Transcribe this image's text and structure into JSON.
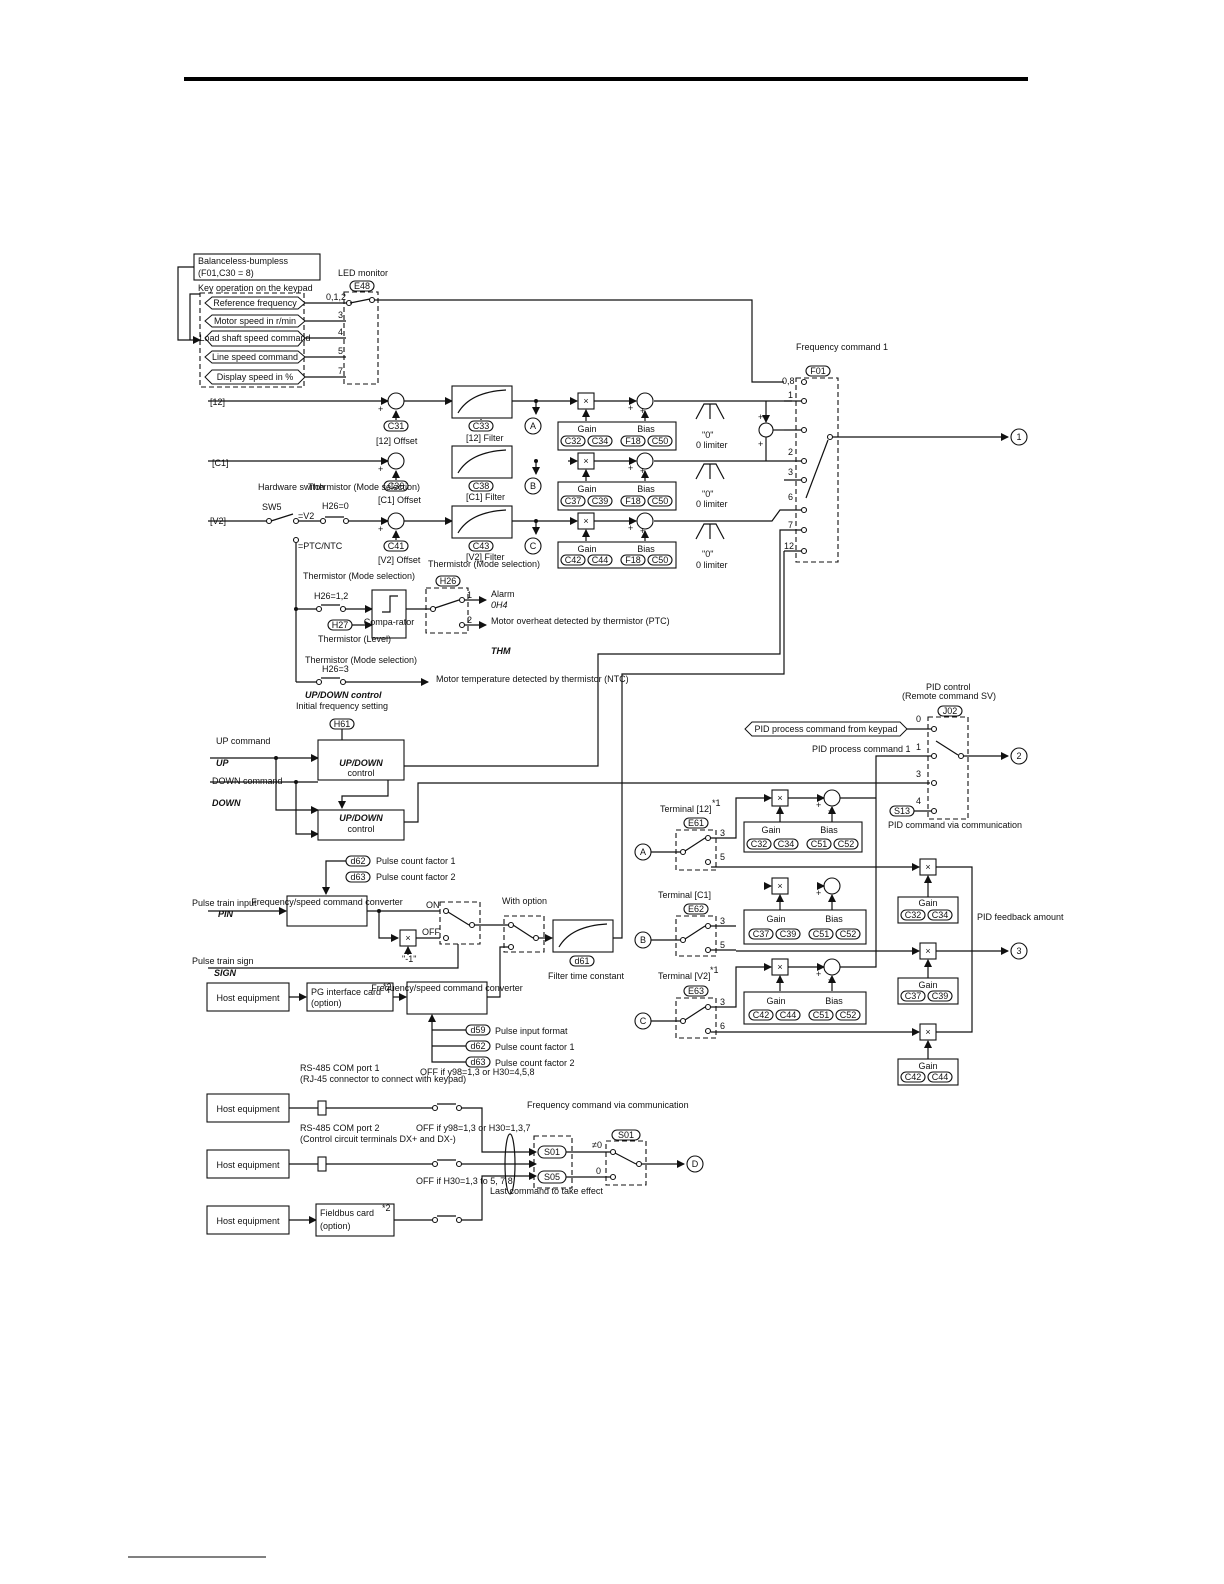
{
  "header_rule": true,
  "keypad": {
    "balanceless_title": "Balanceless-bumpless",
    "balanceless_cond": "(F01,C30 = 8)",
    "key_op_label": "Key operation on the keypad",
    "items": [
      "Reference frequency",
      "Motor speed in r/min",
      "Load shaft speed command",
      "Line speed command",
      "Display speed in %"
    ],
    "item_numbers": [
      "0,1,2",
      "3",
      "4",
      "5",
      "7"
    ],
    "led_monitor": "LED monitor",
    "led_code": "E48"
  },
  "inputs": {
    "in12": "[12]",
    "inC1": "[C1]",
    "inV2": "[V2]",
    "offset12": "[12] Offset",
    "offsetC1": "[C1] Offset",
    "offsetV2": "[V2] Offset",
    "filter12": "[12] Filter",
    "filterC1": "[C1] Filter",
    "filterV2": "[V2] Filter",
    "c31": "C31",
    "c36": "C36",
    "c41": "C41",
    "c33": "C33",
    "c38": "C38",
    "c43": "C43",
    "gain": "Gain",
    "bias": "Bias",
    "g12a": "C32",
    "g12b": "C34",
    "b12a": "F18",
    "b12b": "C50",
    "gC1a": "C37",
    "gC1b": "C39",
    "bC1a": "F18",
    "bC1b": "C50",
    "gV2a": "C42",
    "gV2b": "C44",
    "bV2a": "F18",
    "bV2b": "C50",
    "zero": "\"0\"",
    "zero_limiter": "0 limiter",
    "hw_switch": "Hardware switch",
    "sw5": "SW5",
    "thermistor_mode": "Thermistor (Mode selection)",
    "h26_0": "H26=0",
    "eq_v2": "=V2",
    "eq_ptc": "=PTC/NTC"
  },
  "freq_cmd1": {
    "title": "Frequency command 1",
    "code": "F01",
    "positions": [
      "0,8",
      "1",
      "2",
      "3",
      "6",
      "7",
      "12"
    ]
  },
  "thermistor": {
    "mode_top": "Thermistor (Mode selection)",
    "h26_12": "H26=1,2",
    "h27": "H27",
    "level": "Thermistor (Level)",
    "comparator": "Compa-rator",
    "mode_sel": "Thermistor (Mode selection)",
    "h26": "H26",
    "pos1": "1",
    "pos2": "2",
    "alarm": "Alarm",
    "alarm_code": "0H4",
    "overheat": "Motor overheat detected by thermistor (PTC)",
    "thm": "THM",
    "mode_bottom": "Thermistor (Mode selection)",
    "h26_3": "H26=3",
    "motor_temp": "Motor temperature detected by thermistor (NTC)"
  },
  "updown": {
    "title": "UP/DOWN control",
    "init": "Initial frequency setting",
    "h61": "H61",
    "up_cmd": "UP command",
    "up": "UP",
    "down_cmd": "DOWN command",
    "down": "DOWN",
    "block_title": "UP/DOWN",
    "block_sub": "control"
  },
  "pulse": {
    "d62": "d62",
    "d63": "d63",
    "factor1": "Pulse count factor 1",
    "factor2": "Pulse count factor 2",
    "input": "Pulse train input",
    "pin": "PIN",
    "converter": "Frequency/speed command converter",
    "on": "ON",
    "off": "OFF",
    "neg1": "\"-1\"",
    "sign": "Pulse train sign",
    "sign_i": "SIGN",
    "with_option": "With option",
    "d61": "d61",
    "filter_const": "Filter time constant",
    "host": "Host equipment",
    "pg_card": "PG interface card",
    "pg_opt": "(option)",
    "note2": "*2",
    "d59": "d59",
    "input_format": "Pulse input format",
    "d62b": "d62",
    "d63b": "d63"
  },
  "pid": {
    "title": "PID control",
    "remote": "(Remote command SV)",
    "j02": "J02",
    "from_keypad": "PID process command from keypad",
    "process_cmd1": "PID process command 1",
    "s13": "S13",
    "via_comm": "PID command via communication",
    "positions": [
      "0",
      "1",
      "3",
      "4"
    ],
    "feedback": "PID feedback amount",
    "term12": "Terminal [12]",
    "termC1": "Terminal [C1]",
    "termV2": "Terminal [V2]",
    "note1": "*1",
    "e61": "E61",
    "e62": "E62",
    "e63": "E63",
    "p3": "3",
    "p5": "5",
    "p6": "6",
    "b51": "C51",
    "b52": "C52",
    "g_a": "C32",
    "g_b": "C34",
    "g_c": "C37",
    "g_d": "C39",
    "g_e": "C42",
    "g_f": "C44"
  },
  "comm": {
    "host": "Host equipment",
    "rs1_title": "RS-485 COM port 1",
    "rs1_sub": "(RJ-45 connector to connect with keypad)",
    "off1": "OFF if y98=1,3 or H30=4,5,8",
    "rs2_title": "RS-485 COM port 2",
    "rs2_sub": "(Control circuit terminals DX+ and DX-)",
    "off2": "OFF if y98=1,3 or H30=1,3,7",
    "off3": "OFF if H30=1,3 to 5, 7,8",
    "fieldbus": "Fieldbus card",
    "fb_opt": "(option)",
    "freq_via": "Frequency command via communication",
    "s01": "S01",
    "s05": "S05",
    "last": "Last command to take effect",
    "ne0": "≠0",
    "zero": "0"
  },
  "connectors": [
    "1",
    "2",
    "3",
    "A",
    "B",
    "C",
    "D"
  ]
}
